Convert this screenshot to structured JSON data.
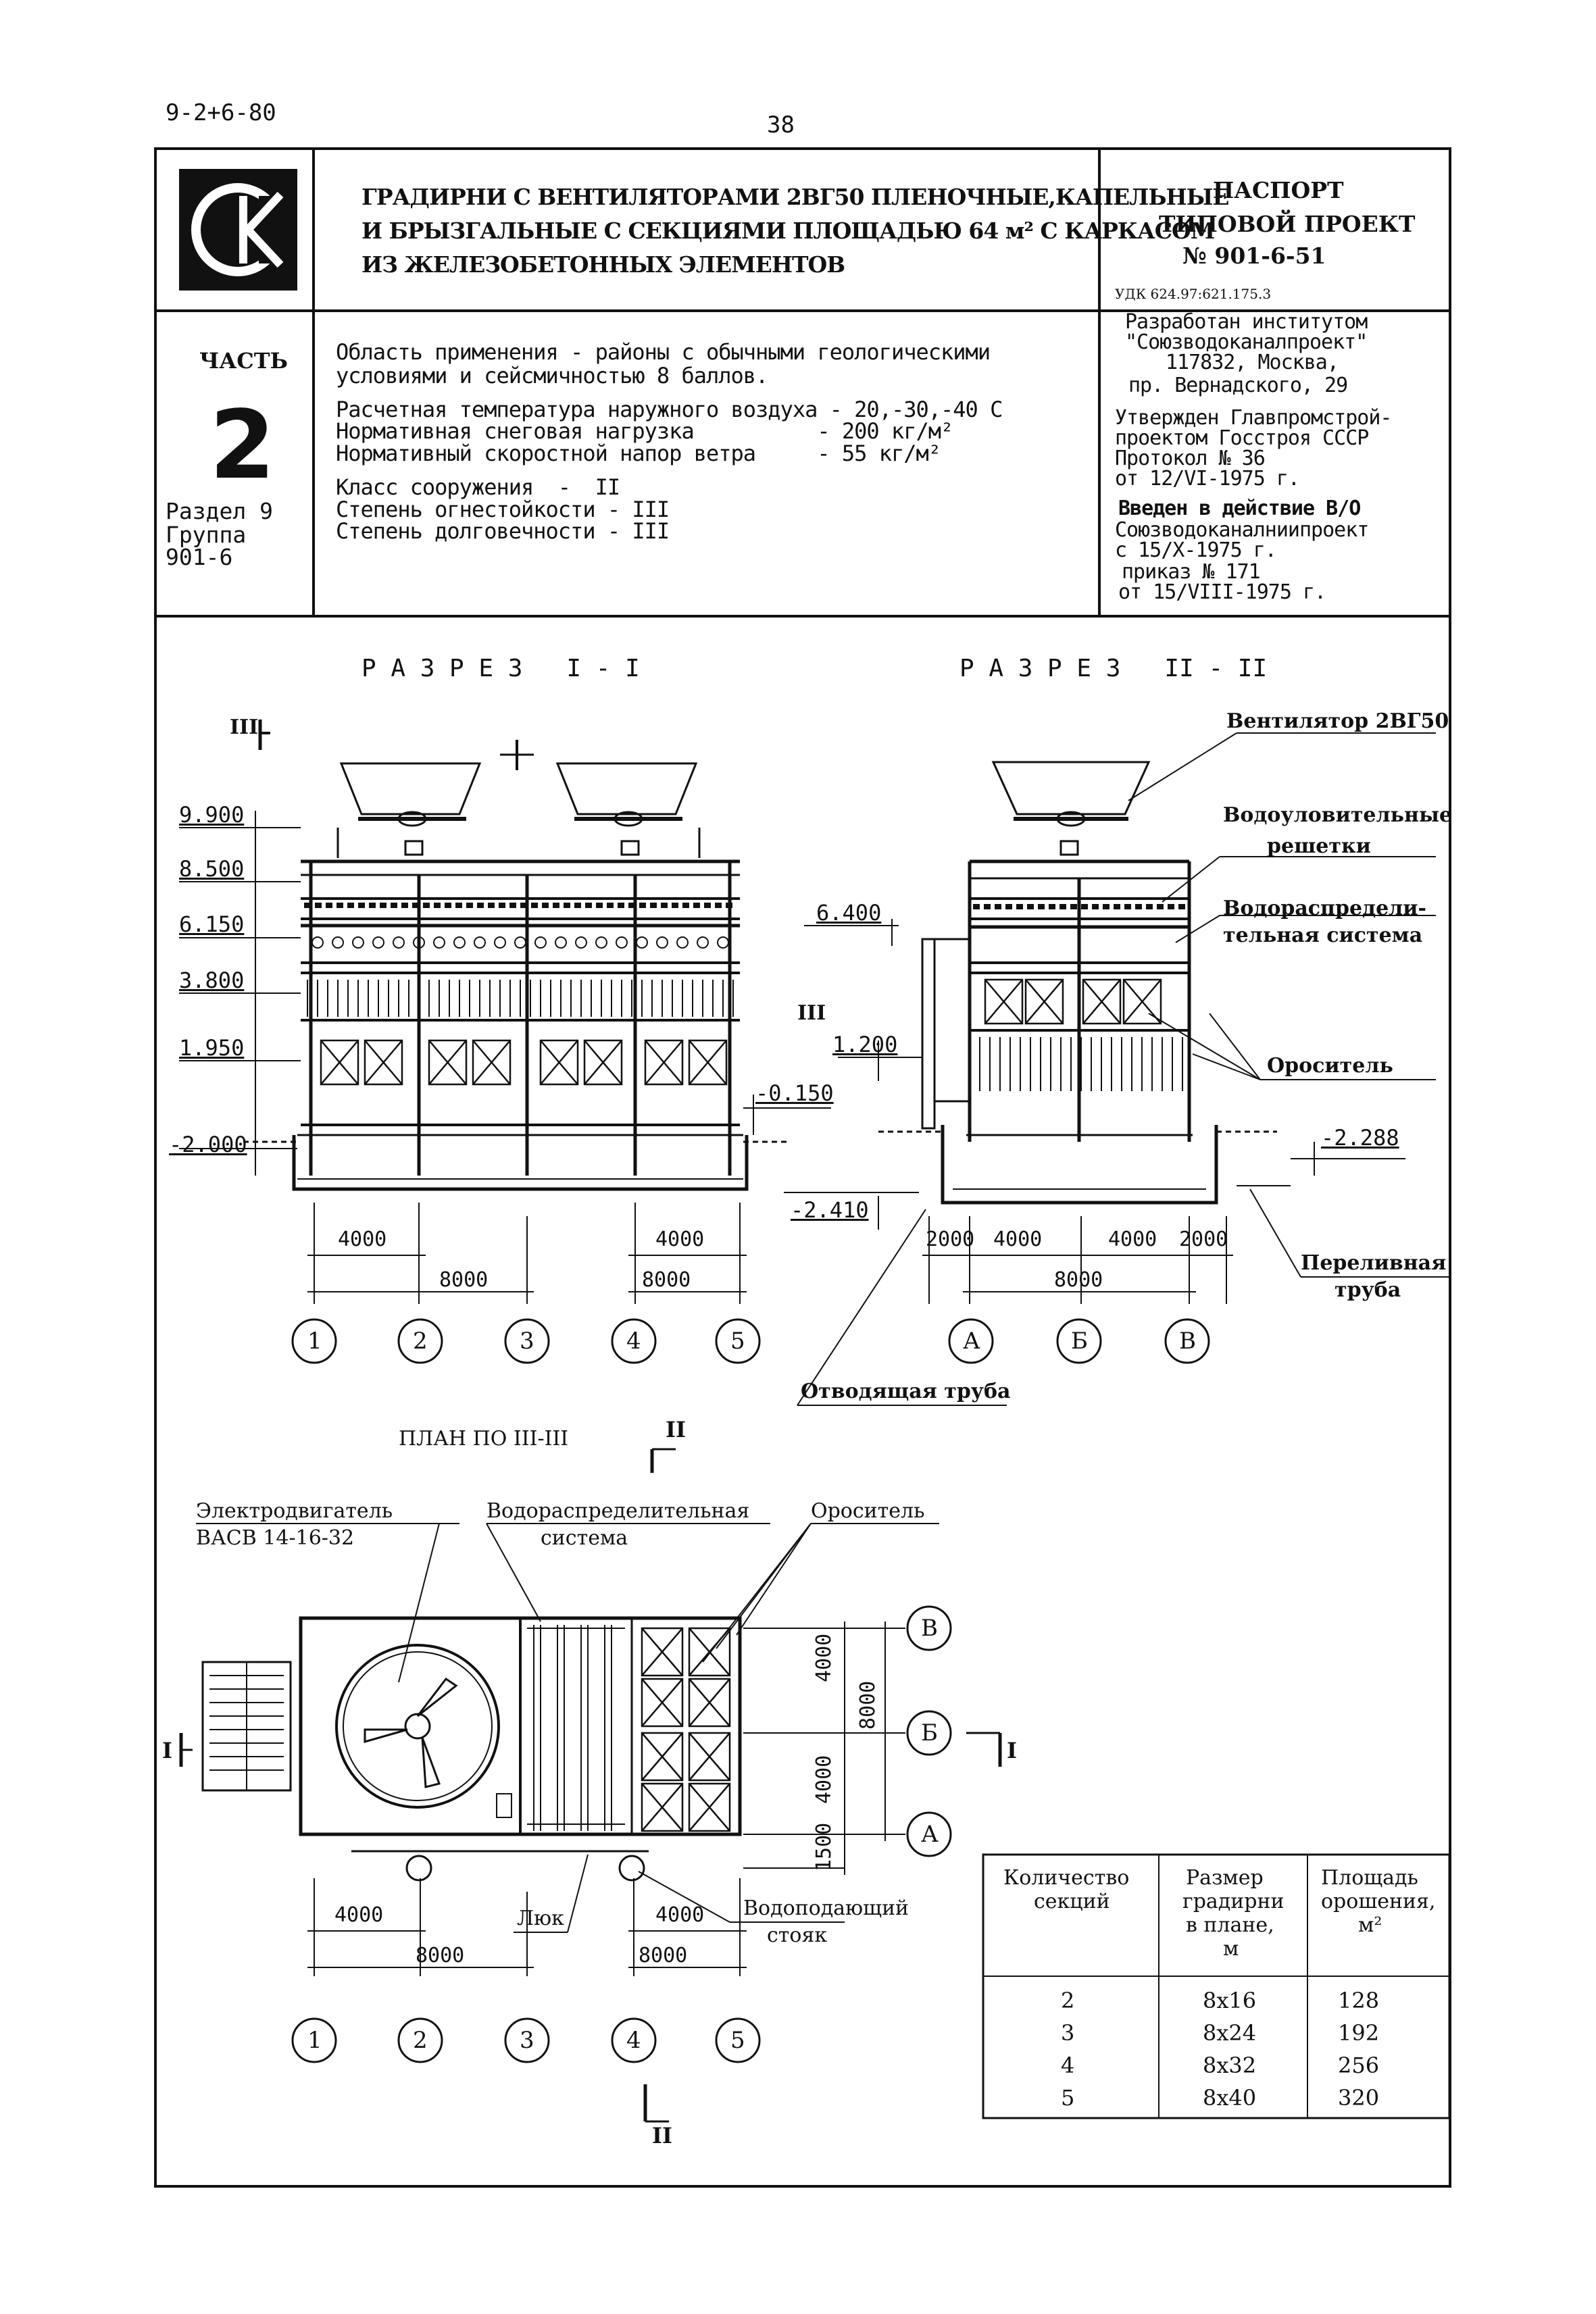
{
  "header": {
    "code": "9-2+6-80",
    "page_number": "38"
  },
  "title_block": {
    "logo_text": "СК",
    "title_lines": [
      "ГРАДИРНИ С ВЕНТИЛЯТОРАМИ 2ВГ50 ПЛЕНОЧНЫЕ,КАПЕЛЬНЫЕ",
      "И БРЫЗГАЛЬНЫЕ С СЕКЦИЯМИ ПЛОЩАДЬЮ 64 м² С КАРКАСОМ",
      "ИЗ ЖЕЛЕЗОБЕТОННЫХ ЭЛЕМЕНТОВ"
    ],
    "passport_lines": [
      "ПАСПОРТ",
      "ТИПОВОЙ ПРОЕКТ",
      "№ 901-6-51"
    ],
    "udk": "УДК 624.97:621.175.3",
    "part_label": "ЧАСТЬ",
    "part_number": "2",
    "section_lines": [
      "Раздел 9",
      "Группа",
      "901-6"
    ],
    "spec_lines": [
      "Область применения - районы с обычными геологическими",
      "условиями и сейсмичностью 8 баллов.",
      "Расчетная температура наружного воздуха - 20,-30,-40 С",
      "Нормативная снеговая нагрузка          - 200 кг/м²",
      "Нормативный скоростной напор ветра     - 55 кг/м²",
      "Класс сооружения  -  II",
      "Степень огнестойкости - III",
      "Степень долговечности - III"
    ],
    "org_lines": [
      "Разработан институтом",
      "\"Союзводоканалпроект\"",
      "117832, Москва,",
      "пр. Вернадского, 29",
      "Утвержден Главпромстрой-",
      "проектом Госстроя СССР",
      "Протокол № 36",
      "от 12/VI-1975 г.",
      "Введен в действие В/О",
      "Союзводоканалниипроект",
      "с 15/Х-1975 г.",
      "приказ № 171",
      "от 15/VIII-1975 г."
    ]
  },
  "drawing": {
    "section1_title": "Р А З Р Е З   I - I",
    "section2_title": "Р А З Р Е З   II - II",
    "plan_title": "ПЛАН ПО III-III",
    "cut_labels": {
      "III": "III",
      "II": "II",
      "I": "I"
    },
    "levels_left": [
      "9.900",
      "8.500",
      "6.150",
      "3.800",
      "1.950",
      "-0.150",
      "-2.000"
    ],
    "levels_right": [
      "6.400",
      "1.200",
      "-2.410",
      "-2.288"
    ],
    "callouts": {
      "fan": "Вентилятор 2ВГ50",
      "drift1": "Водоуловительные",
      "drift2": "решетки",
      "distr1": "Водораспредели-",
      "distr2": "тельная система",
      "fill": "Ороситель",
      "overflow1": "Переливная",
      "overflow2": "труба",
      "drain": "Отводящая труба",
      "motor1": "Электродвигатель",
      "motor2": "ВАСВ 14-16-32",
      "plan_distr1": "Водораспределительная",
      "plan_distr2": "система",
      "plan_fill": "Ороситель",
      "hatch": "Люк",
      "riser1": "Водоподающий",
      "riser2": "стояк"
    },
    "dims": {
      "d4000": "4000",
      "d8000": "8000",
      "d2000": "2000",
      "d1500": "1500"
    },
    "axes_numeric": [
      "1",
      "2",
      "3",
      "4",
      "5"
    ],
    "axes_letter": [
      "А",
      "Б",
      "В"
    ]
  },
  "table": {
    "headers": [
      [
        "Количество",
        "секций"
      ],
      [
        "Размер",
        "градирни",
        "в плане,",
        "м"
      ],
      [
        "Площадь",
        "орошения,",
        "м²"
      ]
    ],
    "rows": [
      [
        "2",
        "8х16",
        "128"
      ],
      [
        "3",
        "8х24",
        "192"
      ],
      [
        "4",
        "8х32",
        "256"
      ],
      [
        "5",
        "8х40",
        "320"
      ]
    ]
  }
}
